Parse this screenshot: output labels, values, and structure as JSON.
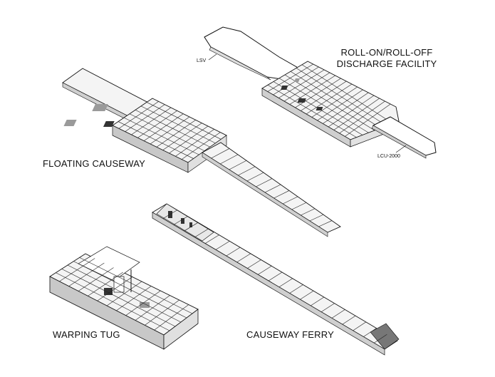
{
  "labels": {
    "roro_line1": "ROLL-ON/ROLL-OFF",
    "roro_line2": "DISCHARGE FACILITY",
    "lsv": "LSV",
    "lcu": "LCU-2000",
    "floating_causeway": "FLOATING CAUSEWAY",
    "warping_tug": "WARPING TUG",
    "causeway_ferry": "CAUSEWAY FERRY"
  }
}
